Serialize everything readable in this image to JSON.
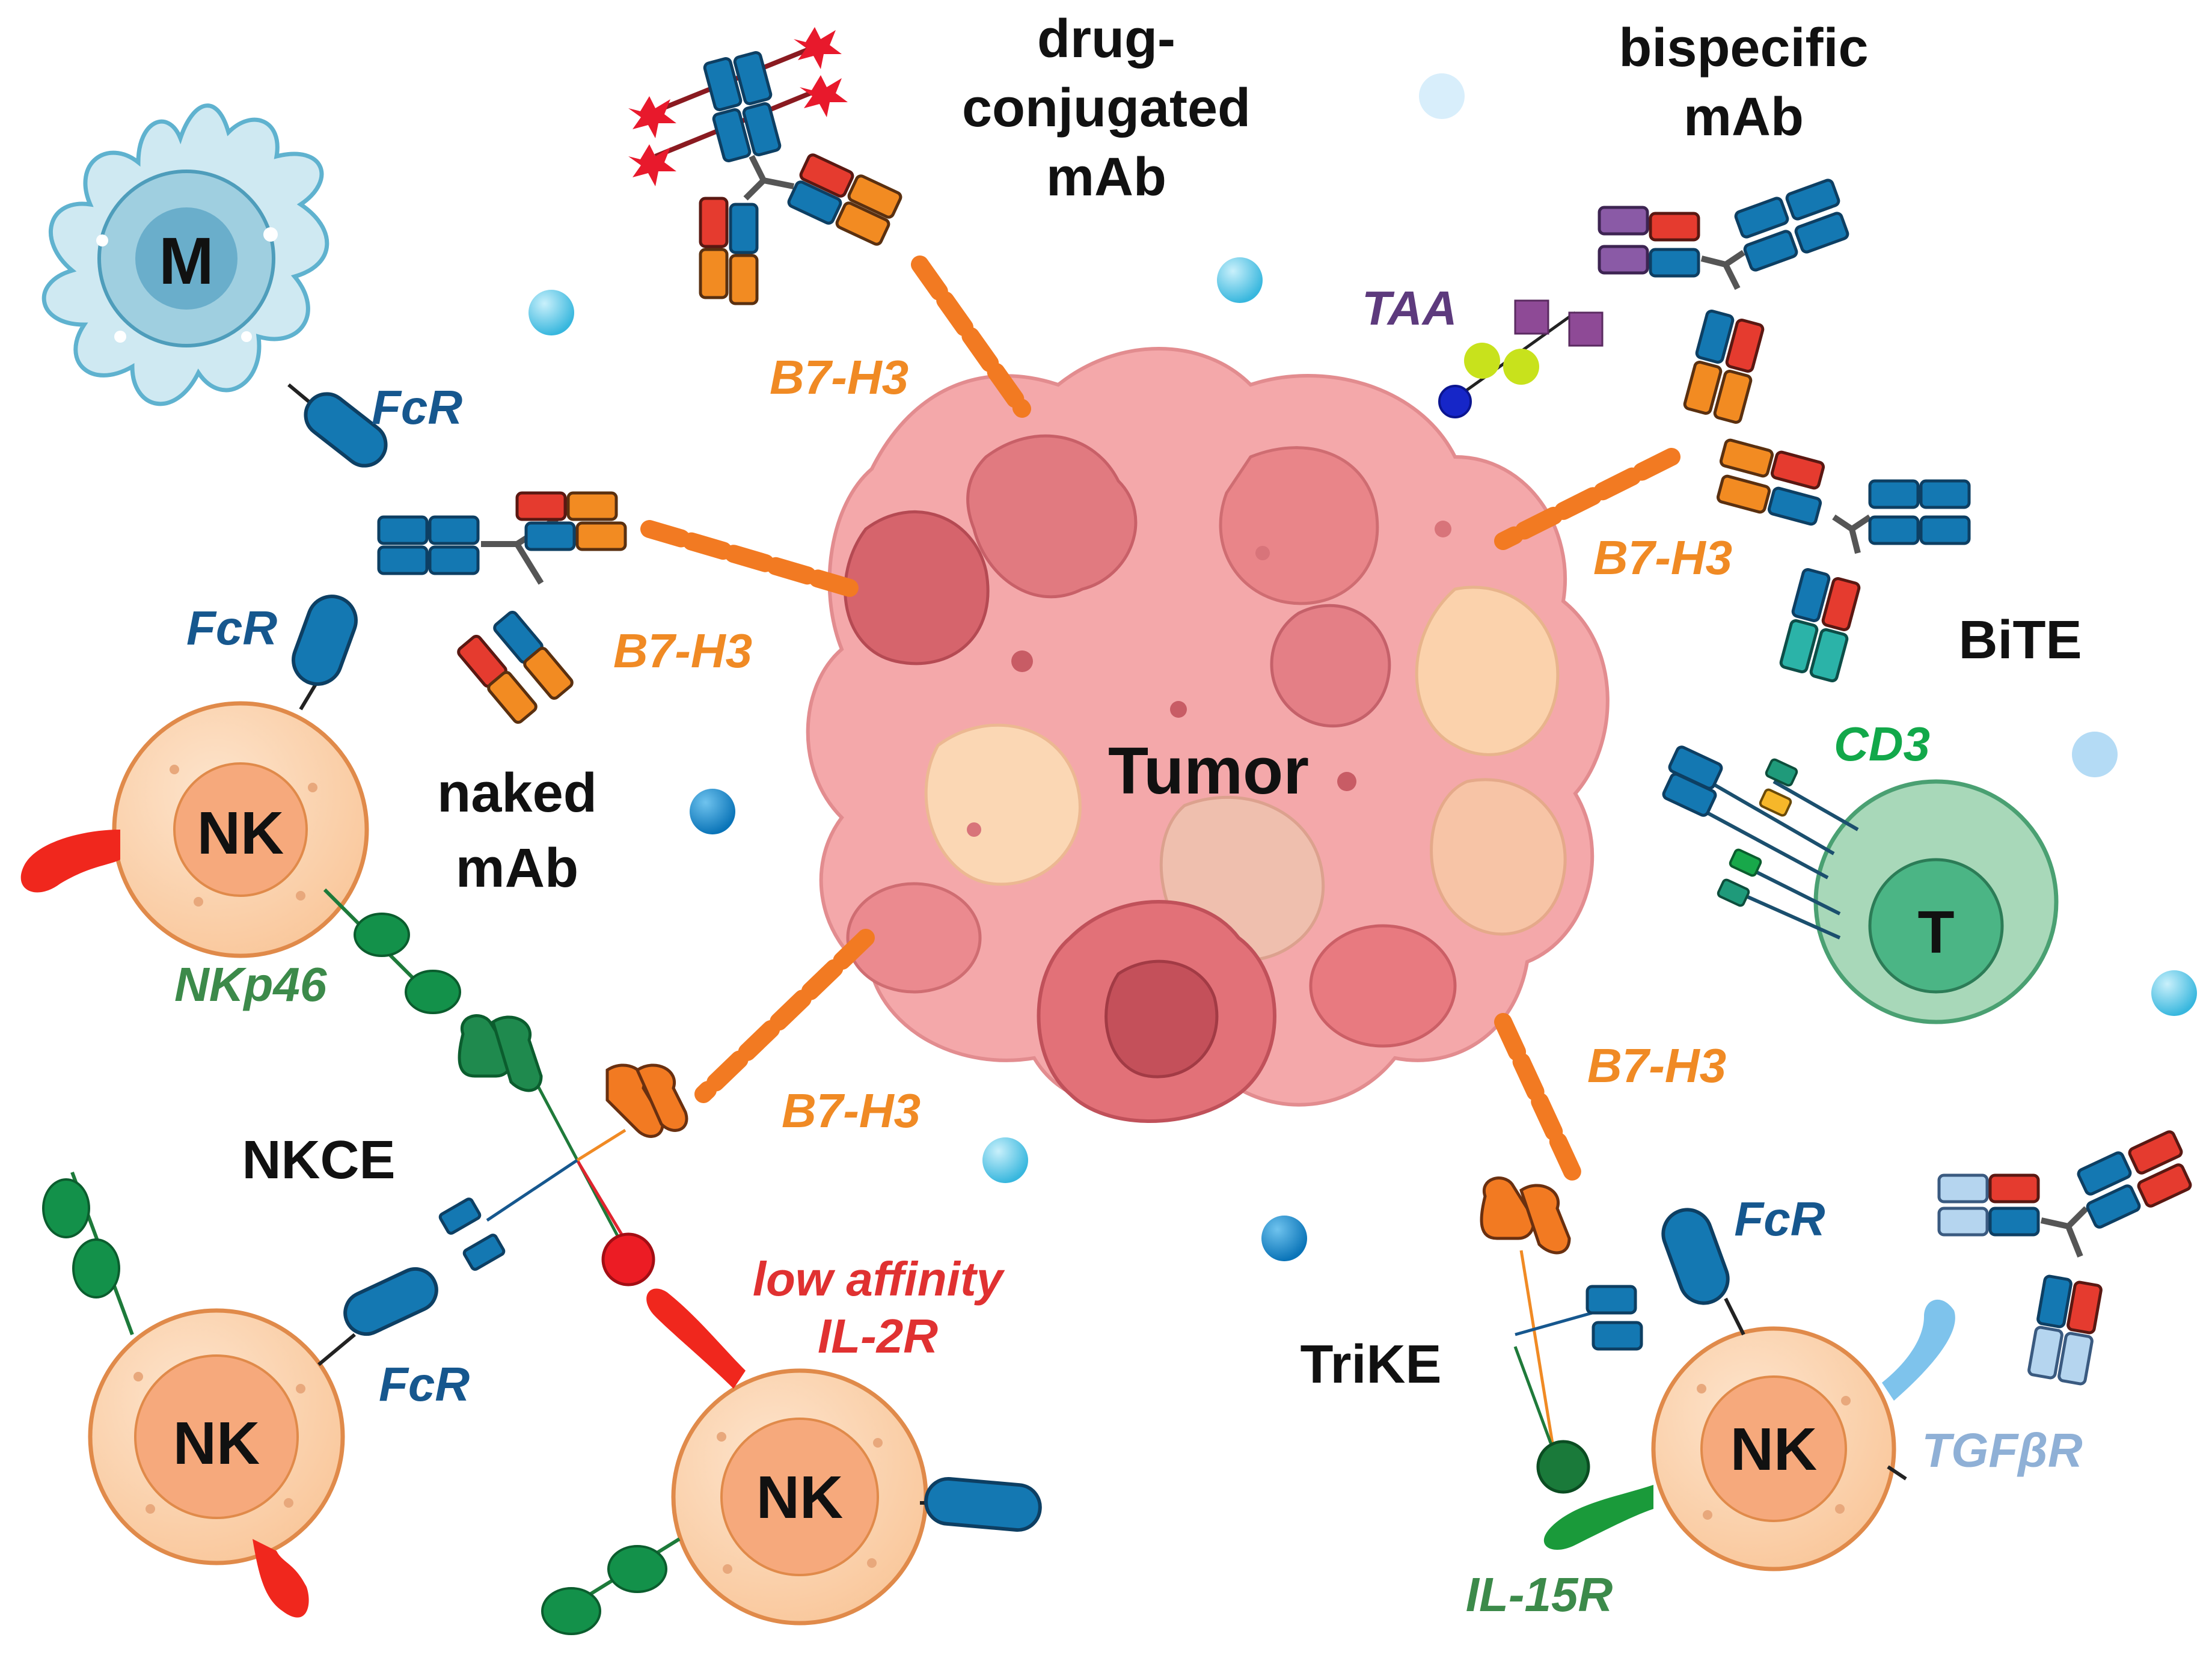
{
  "labels": {
    "tumor": "Tumor",
    "b7h3": "B7-H3",
    "naked_mab": [
      "naked",
      "mAb"
    ],
    "drug_conjugated": [
      "drug-",
      "conjugated",
      "mAb"
    ],
    "bispecific": [
      "bispecific",
      "mAb"
    ],
    "bite": "BiTE",
    "nkce": "NKCE",
    "trike": "TriKE",
    "taa": "TAA",
    "fcr": "FcR",
    "nkp46": "NKp46",
    "cd3": "CD3",
    "low_affinity": [
      "low affinity",
      "IL-2R"
    ],
    "il15r": "IL-15R",
    "tgfbr": "TGFβR",
    "cell_nk": "NK",
    "cell_m": "M",
    "cell_t": "T"
  },
  "colors": {
    "black_text": "#111111",
    "b7h3_orange": "#f08a24",
    "fcr_blue": "#16578e",
    "nkp46_green": "#3c8a4a",
    "cd3_green": "#12a84a",
    "taa_purple": "#5d3a7d",
    "il2r_red": "#e03131",
    "tgfbr_lightblue": "#8fb0d6",
    "nk_fill": "#fbd0a8",
    "tumor_pink": "#f4a3a6"
  }
}
